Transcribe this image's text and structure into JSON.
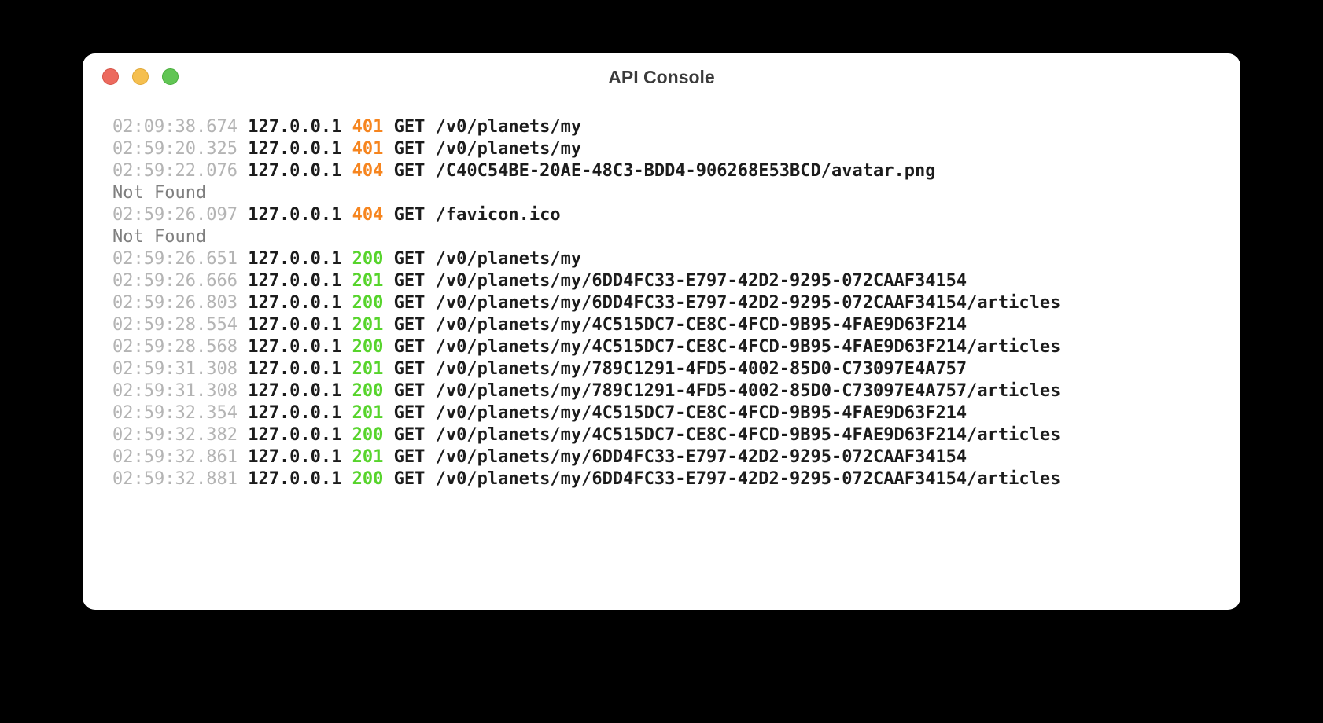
{
  "window": {
    "title": "API Console",
    "traffic_lights": [
      "close",
      "minimize",
      "zoom"
    ]
  },
  "colors": {
    "timestamp": "#b4b4b4",
    "text": "#1c1c1c",
    "success": "#57d42c",
    "error": "#f6851f",
    "message": "#7f7f7f",
    "window_background": "#ffffff",
    "page_background": "#000000",
    "traffic_red": "#ec6a5e",
    "traffic_yellow": "#f5bf4f",
    "traffic_green": "#61c554"
  },
  "log": {
    "entries": [
      {
        "time": "02:09:38.674",
        "ip": "127.0.0.1",
        "status": "401",
        "method": "GET",
        "path": "/v0/planets/my"
      },
      {
        "time": "02:59:20.325",
        "ip": "127.0.0.1",
        "status": "401",
        "method": "GET",
        "path": "/v0/planets/my"
      },
      {
        "time": "02:59:22.076",
        "ip": "127.0.0.1",
        "status": "404",
        "method": "GET",
        "path": "/C40C54BE-20AE-48C3-BDD4-906268E53BCD/avatar.png",
        "message": "Not Found"
      },
      {
        "time": "02:59:26.097",
        "ip": "127.0.0.1",
        "status": "404",
        "method": "GET",
        "path": "/favicon.ico",
        "message": "Not Found"
      },
      {
        "time": "02:59:26.651",
        "ip": "127.0.0.1",
        "status": "200",
        "method": "GET",
        "path": "/v0/planets/my"
      },
      {
        "time": "02:59:26.666",
        "ip": "127.0.0.1",
        "status": "201",
        "method": "GET",
        "path": "/v0/planets/my/6DD4FC33-E797-42D2-9295-072CAAF34154"
      },
      {
        "time": "02:59:26.803",
        "ip": "127.0.0.1",
        "status": "200",
        "method": "GET",
        "path": "/v0/planets/my/6DD4FC33-E797-42D2-9295-072CAAF34154/articles"
      },
      {
        "time": "02:59:28.554",
        "ip": "127.0.0.1",
        "status": "201",
        "method": "GET",
        "path": "/v0/planets/my/4C515DC7-CE8C-4FCD-9B95-4FAE9D63F214"
      },
      {
        "time": "02:59:28.568",
        "ip": "127.0.0.1",
        "status": "200",
        "method": "GET",
        "path": "/v0/planets/my/4C515DC7-CE8C-4FCD-9B95-4FAE9D63F214/articles"
      },
      {
        "time": "02:59:31.308",
        "ip": "127.0.0.1",
        "status": "201",
        "method": "GET",
        "path": "/v0/planets/my/789C1291-4FD5-4002-85D0-C73097E4A757"
      },
      {
        "time": "02:59:31.308",
        "ip": "127.0.0.1",
        "status": "200",
        "method": "GET",
        "path": "/v0/planets/my/789C1291-4FD5-4002-85D0-C73097E4A757/articles"
      },
      {
        "time": "02:59:32.354",
        "ip": "127.0.0.1",
        "status": "201",
        "method": "GET",
        "path": "/v0/planets/my/4C515DC7-CE8C-4FCD-9B95-4FAE9D63F214"
      },
      {
        "time": "02:59:32.382",
        "ip": "127.0.0.1",
        "status": "200",
        "method": "GET",
        "path": "/v0/planets/my/4C515DC7-CE8C-4FCD-9B95-4FAE9D63F214/articles"
      },
      {
        "time": "02:59:32.861",
        "ip": "127.0.0.1",
        "status": "201",
        "method": "GET",
        "path": "/v0/planets/my/6DD4FC33-E797-42D2-9295-072CAAF34154"
      },
      {
        "time": "02:59:32.881",
        "ip": "127.0.0.1",
        "status": "200",
        "method": "GET",
        "path": "/v0/planets/my/6DD4FC33-E797-42D2-9295-072CAAF34154/articles"
      }
    ]
  }
}
